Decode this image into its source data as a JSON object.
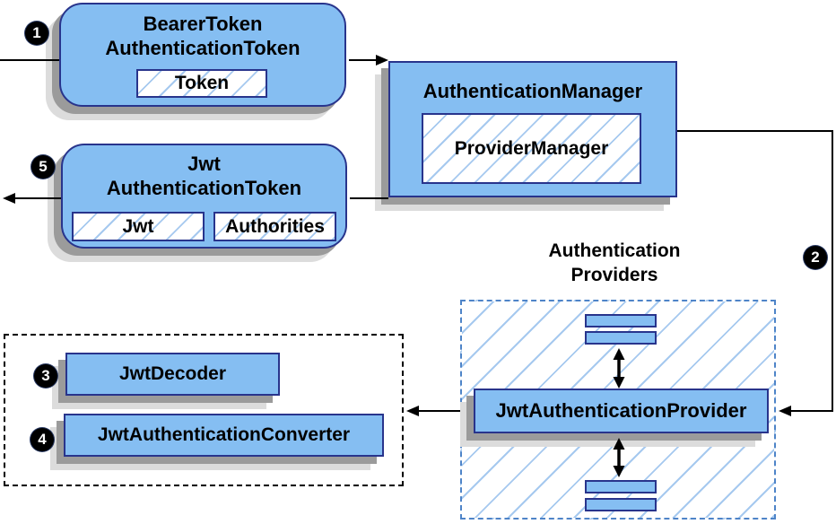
{
  "nodes": {
    "bearer_token": {
      "line1": "BearerToken",
      "line2": "AuthenticationToken",
      "chip": "Token"
    },
    "authentication_manager": {
      "title": "AuthenticationManager",
      "chip": "ProviderManager"
    },
    "jwt_authentication_token": {
      "line1": "Jwt",
      "line2": "AuthenticationToken",
      "chip1": "Jwt",
      "chip2": "Authorities"
    },
    "authentication_providers": {
      "label_line1": "Authentication",
      "label_line2": "Providers"
    },
    "jwt_authentication_provider": {
      "title": "JwtAuthenticationProvider"
    },
    "jwt_decoder": {
      "title": "JwtDecoder"
    },
    "jwt_authentication_converter": {
      "title": "JwtAuthenticationConverter"
    }
  },
  "steps": {
    "one": "1",
    "two": "2",
    "three": "3",
    "four": "4",
    "five": "5"
  },
  "colors": {
    "node_fill": "#85bef2",
    "node_border": "#28348c",
    "hatch_line": "#a6c9ef",
    "providers_dashed_border": "#4e84c8",
    "outer_dashed_border": "#000000",
    "shadow_dark": "#9b9b9b",
    "shadow_light": "#dcdcdc",
    "arrow": "#000000",
    "step_badge_bg": "#000000",
    "step_badge_text": "#ffffff"
  }
}
